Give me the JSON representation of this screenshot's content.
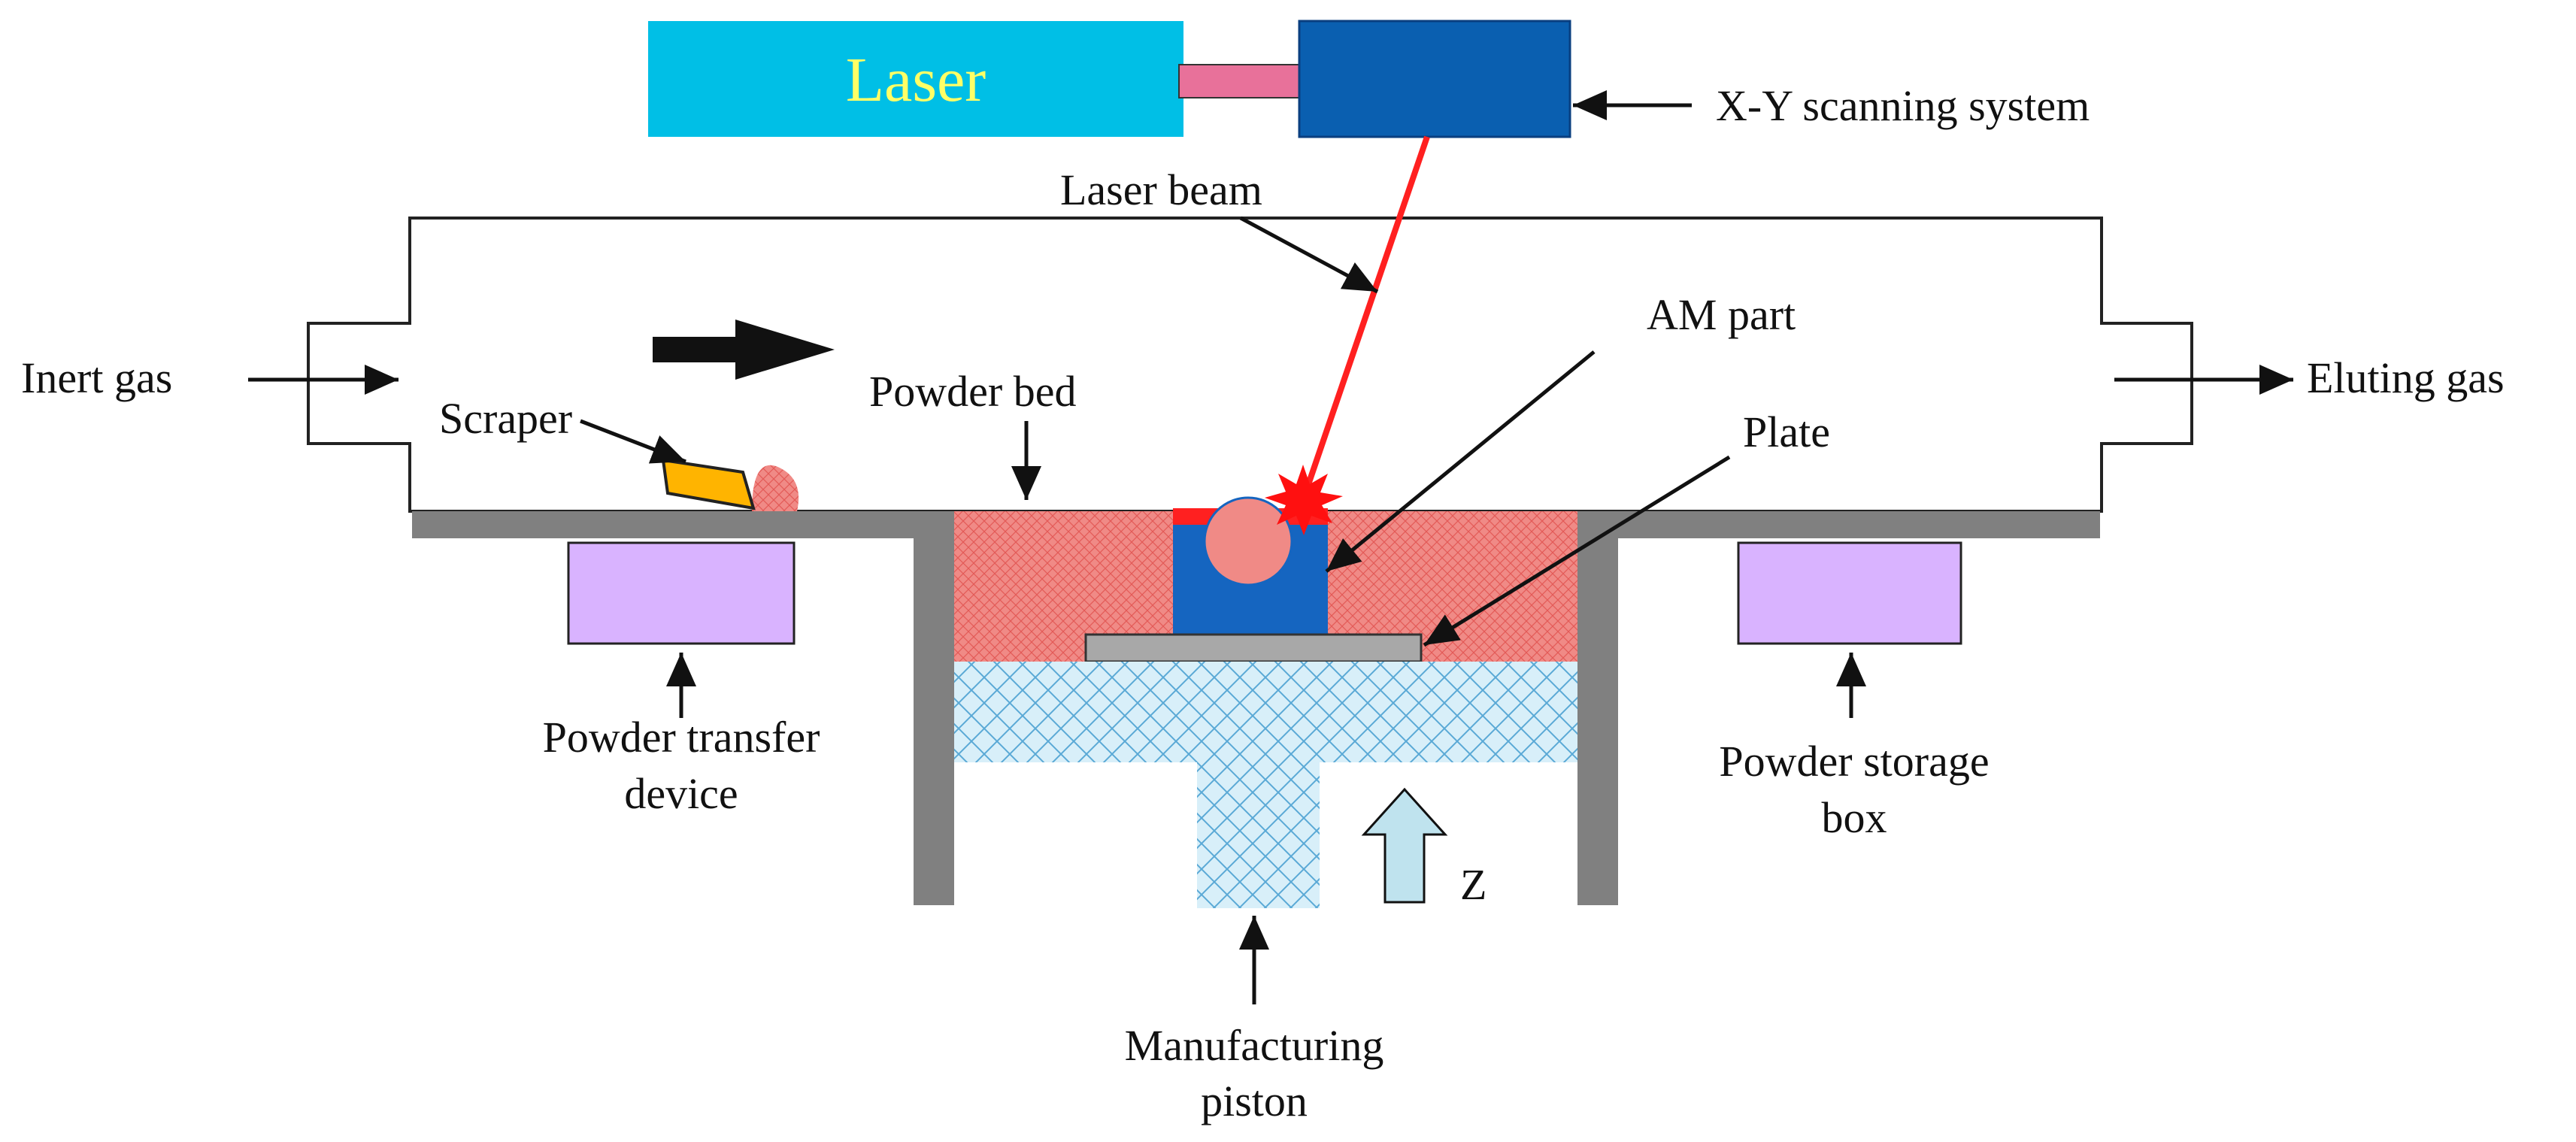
{
  "colors": {
    "laser_box": "#00bfe6",
    "laser_text": "#ffff66",
    "nozzle": "#e8719a",
    "scanner": "#0a5fb0",
    "beam": "#ff2020",
    "wall": "#808080",
    "powder_bed": "#f08a86",
    "am_part": "#1565c0",
    "plate": "#a8a8a8",
    "piston_fill": "#bfe4f5",
    "piston_mesh": "#5aa9d6",
    "box_violet": "#d9b3ff",
    "scraper": "#ffb400",
    "z_arrow": "#bfe3ee"
  },
  "labels": {
    "laser": "Laser",
    "xy_scanning": "X-Y scanning system",
    "laser_beam": "Laser beam",
    "am_part": "AM part",
    "inert_gas": "Inert gas",
    "eluting_gas": "Eluting gas",
    "powder_bed": "Powder bed",
    "plate": "Plate",
    "scraper": "Scraper",
    "powder_transfer_1": "Powder transfer",
    "powder_transfer_2": "device",
    "powder_storage_1": "Powder storage",
    "powder_storage_2": "box",
    "z": "Z",
    "piston_1": "Manufacturing",
    "piston_2": "piston"
  },
  "icons": {
    "flow_arrow": "right-arrow-icon",
    "z_arrow": "up-arrow-icon"
  }
}
